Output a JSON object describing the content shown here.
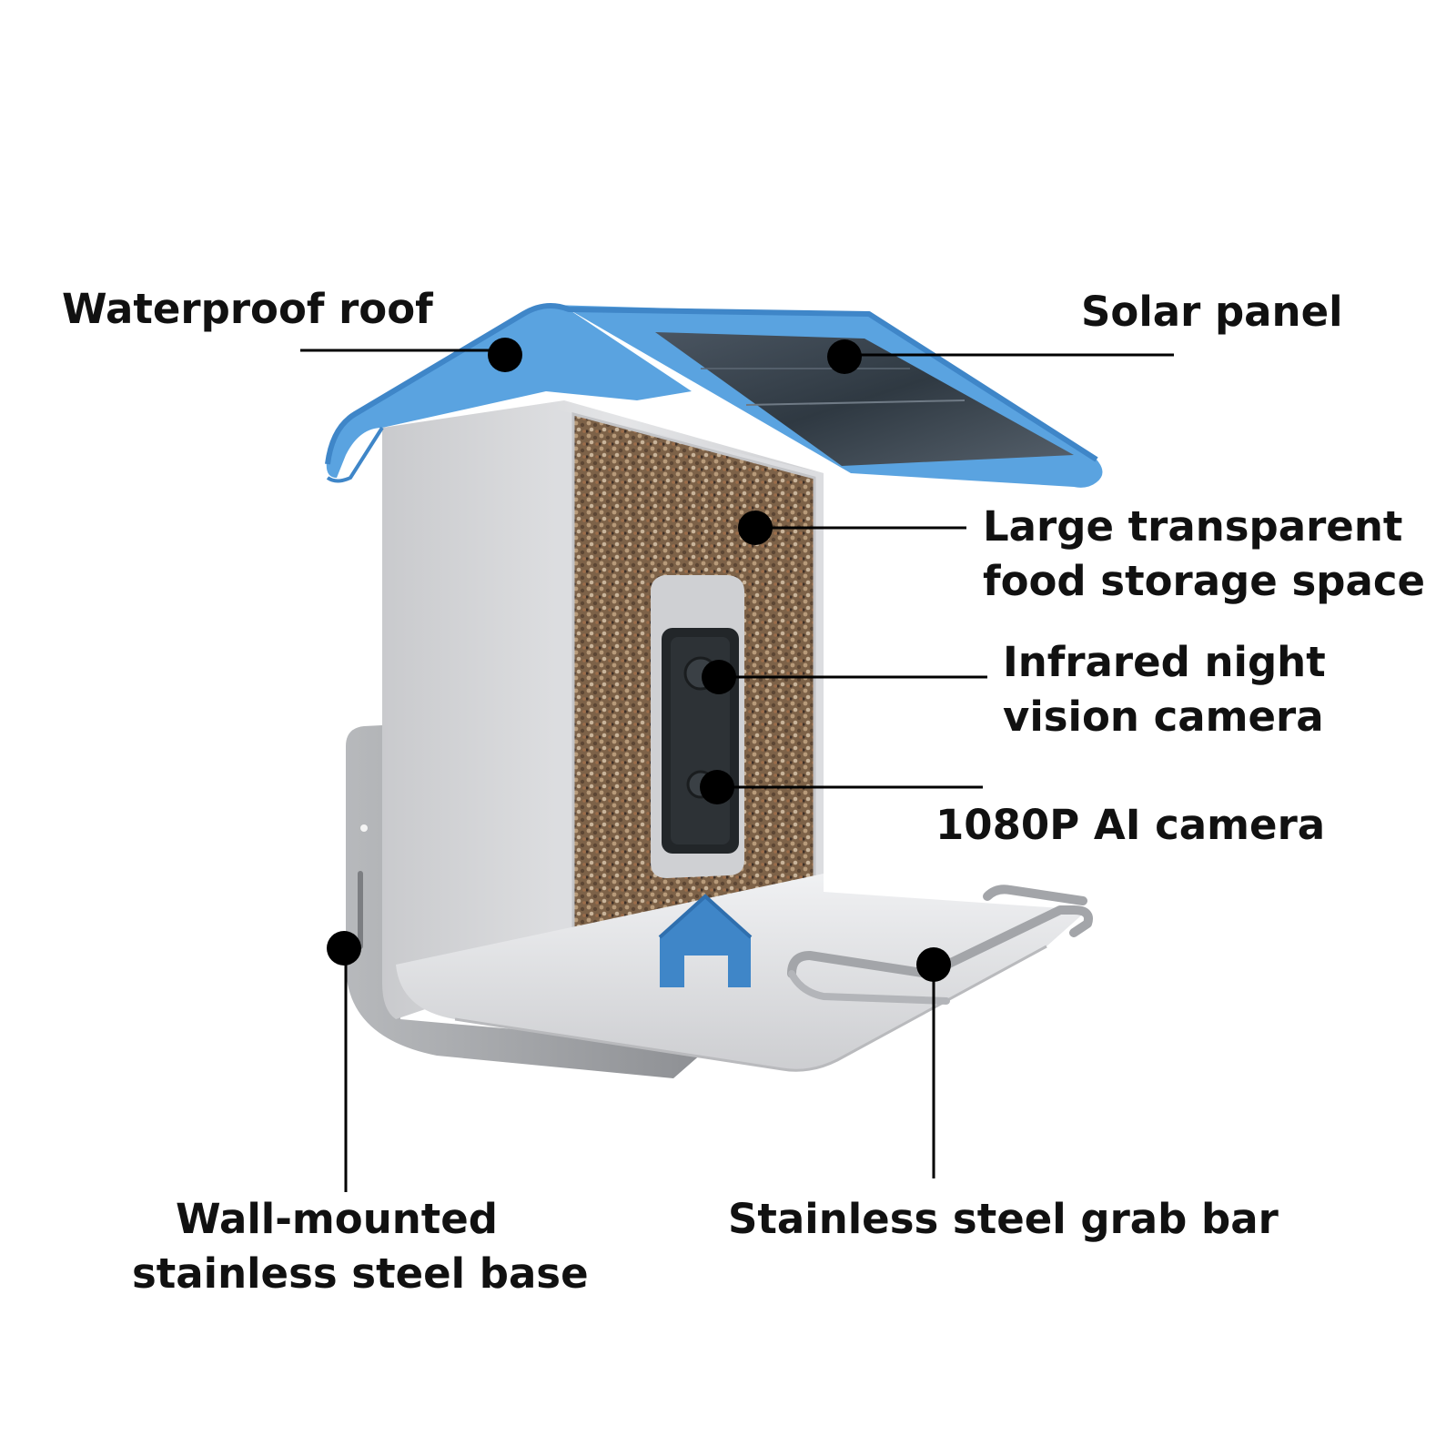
{
  "labels": {
    "waterproof_roof": "Waterproof roof",
    "solar_panel": "Solar panel",
    "storage_line1": "Large transparent",
    "storage_line2": "food storage space",
    "infrared_line1": "Infrared night",
    "infrared_line2": "vision camera",
    "ai_camera": "1080P AI camera",
    "base_line1": "Wall-mounted",
    "base_line2": "stainless steel base",
    "grab_bar": "Stainless steel grab bar"
  },
  "colors": {
    "roof": "#5aa3e0",
    "roof_edge": "#3f86c8",
    "solar": "#3b4652",
    "body": "#d9dadd",
    "tray": "#e6e7ea",
    "bracket": "#9a9ca0",
    "seeds": "#8a6f55",
    "camera": "#222629",
    "marker": "#000000"
  },
  "icons": {
    "dot": "callout-dot-icon",
    "seed": "seed-texture-icon"
  }
}
